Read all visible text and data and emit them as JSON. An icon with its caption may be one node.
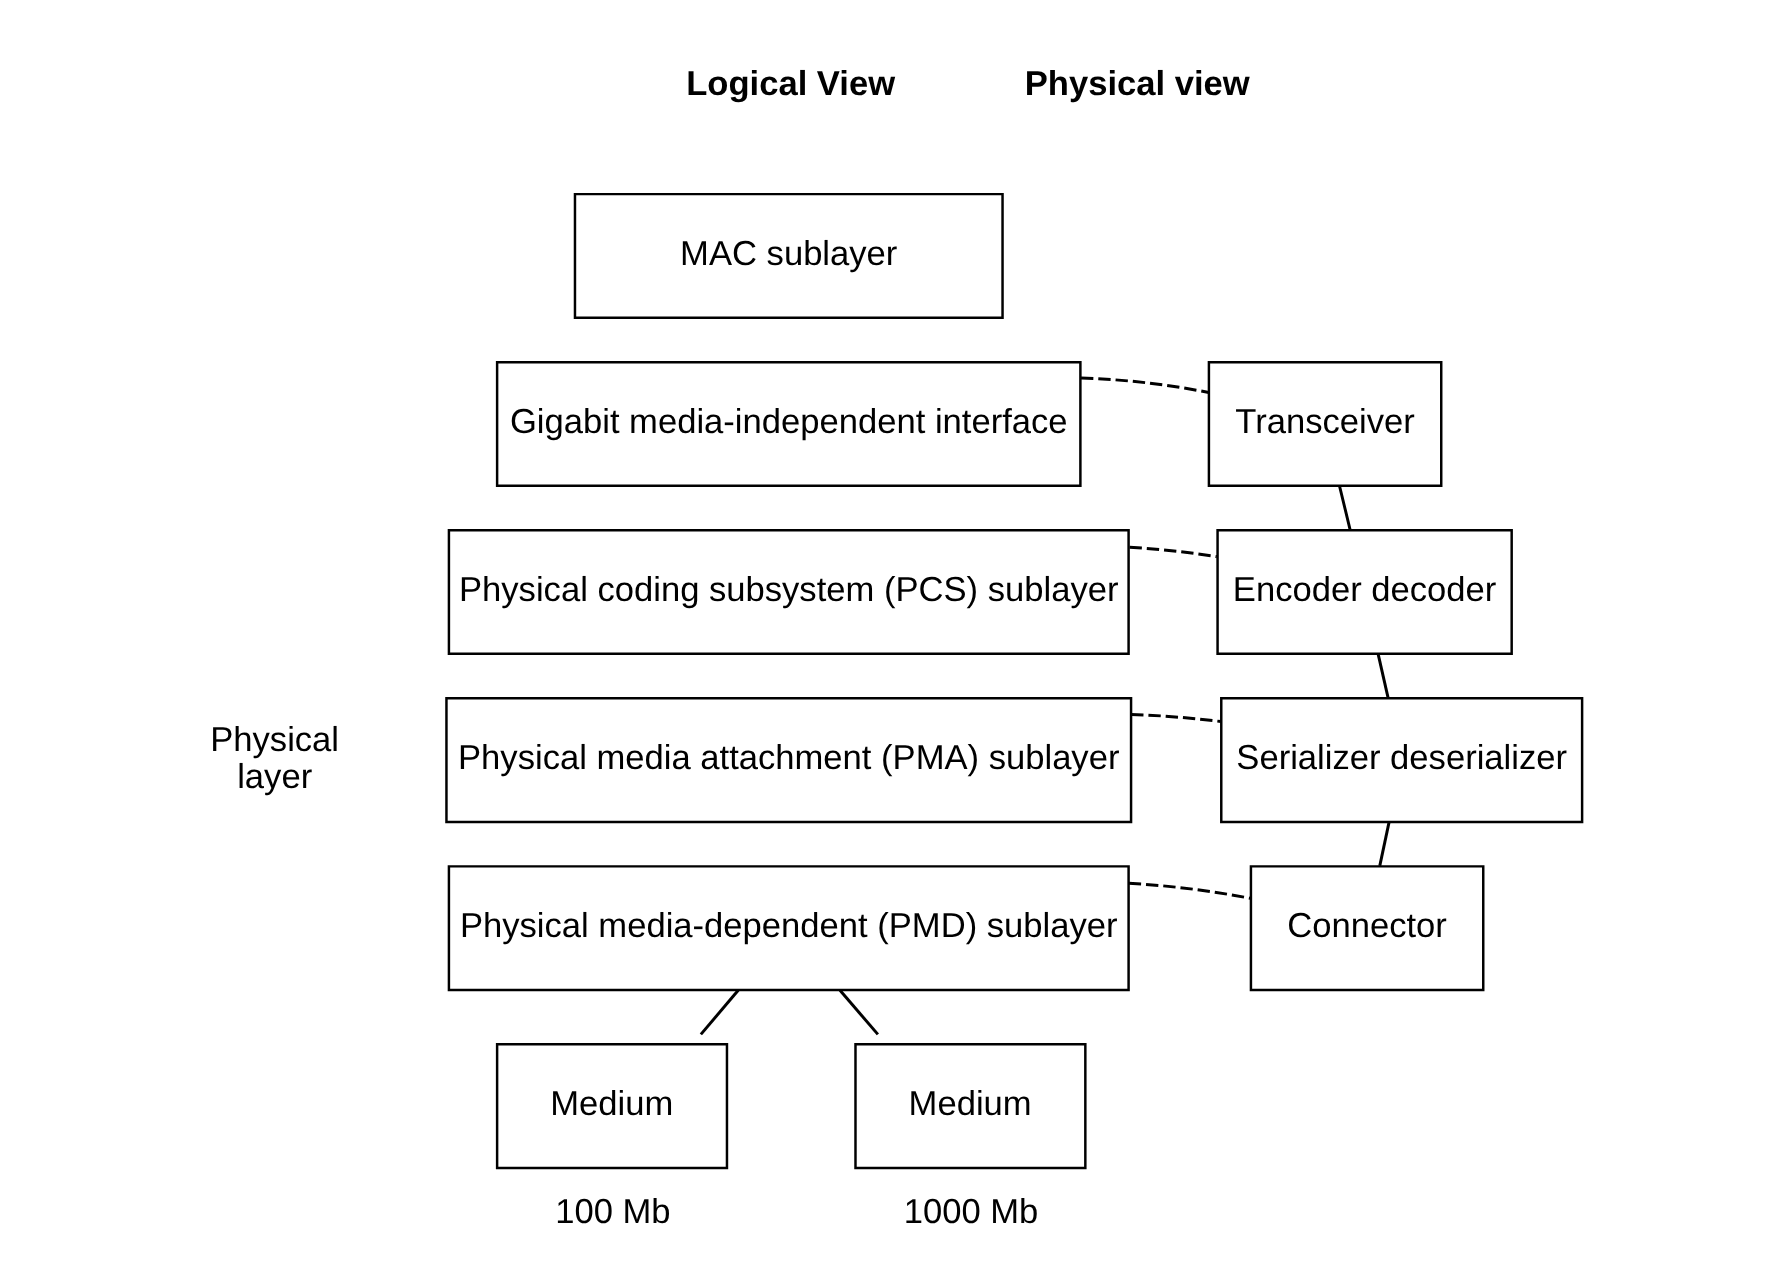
{
  "diagram": {
    "nodes": [
      {
        "text": [
          "MAC sublayer"
        ]
      },
      {
        "text": [
          "Gigabit media-independent interface"
        ]
      },
      {
        "text": [
          "Physical coding subsystem (PCS) sublayer"
        ]
      },
      {
        "text": [
          "Physical media attachment (PMA) sublayer"
        ]
      },
      {
        "text": [
          "Physical media-dependent (PMD) sublayer"
        ]
      },
      {
        "text": [
          "Medium"
        ],
        "beside": [
          "100 Mb"
        ]
      },
      {
        "text": [
          "Medium"
        ],
        "beside": [
          "1000 Mb"
        ]
      },
      {
        "text": [
          "Transceiver"
        ]
      },
      {
        "text": [
          "Encoder decoder"
        ]
      },
      {
        "text": [
          "Serializer deserializer"
        ]
      },
      {
        "text": [
          "Connector"
        ]
      }
    ],
    "edges": [
      {
        "from": 4,
        "to": 5,
        "arrow": "none"
      },
      {
        "from": 4,
        "to": 6,
        "arrow": "none"
      },
      {
        "from": 7,
        "to": 8,
        "arrow": "none"
      },
      {
        "from": 8,
        "to": 9,
        "arrow": "none"
      },
      {
        "from": 9,
        "to": 10,
        "arrow": "none"
      },
      {
        "from": 1,
        "to": 7,
        "arrow": "none",
        "style": "dashed"
      },
      {
        "from": 2,
        "to": 8,
        "arrow": "none",
        "style": "dashed"
      },
      {
        "from": 3,
        "to": 9,
        "arrow": "none",
        "style": "dashed"
      },
      {
        "from": 4,
        "to": 10,
        "arrow": "none",
        "style": "dashed"
      }
    ],
    "labels": [
      "Logical View",
      "Physical view",
      "Physical layer"
    ]
  }
}
